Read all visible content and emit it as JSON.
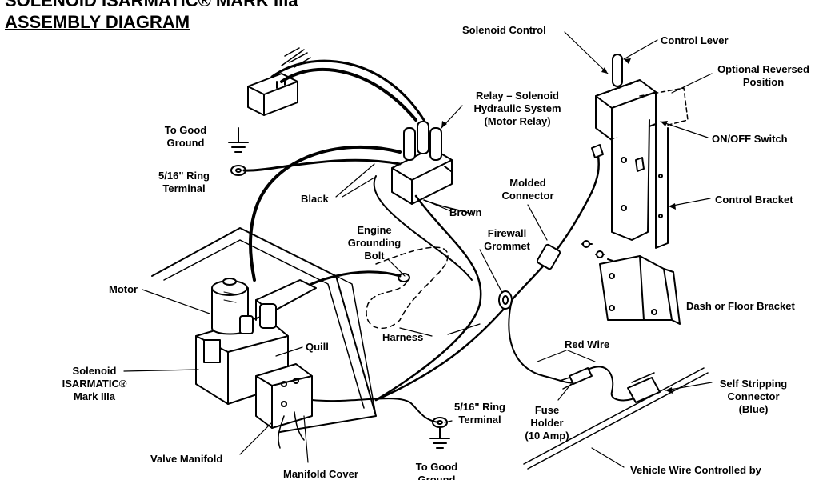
{
  "title": {
    "line1": "SOLENOID ISARMATIC® MARK IIIa",
    "line2": "ASSEMBLY DIAGRAM"
  },
  "labels": {
    "solenoid_control": "Solenoid Control",
    "control_lever": "Control Lever",
    "optional_reversed_1": "Optional Reversed",
    "optional_reversed_2": "Position",
    "relay_1": "Relay – Solenoid",
    "relay_2": "Hydraulic System",
    "relay_3": "(Motor  Relay)",
    "on_off_switch": "ON/OFF Switch",
    "to_good_ground_top_1": "To Good",
    "to_good_ground_top_2": "Ground",
    "ring_top_1": "5/16\" Ring",
    "ring_top_2": "Terminal",
    "black": "Black",
    "brown": "Brown",
    "molded_connector_1": "Molded",
    "molded_connector_2": "Connector",
    "control_bracket": "Control Bracket",
    "engine_bolt_1": "Engine",
    "engine_bolt_2": "Grounding",
    "engine_bolt_3": "Bolt",
    "firewall_1": "Firewall",
    "firewall_2": "Grommet",
    "motor": "Motor",
    "dash_bracket": "Dash or Floor Bracket",
    "harness": "Harness",
    "quill": "Quill",
    "red_wire": "Red Wire",
    "solenoid_1": "Solenoid",
    "solenoid_2": "ISARMATIC®",
    "solenoid_3": "Mark IIIa",
    "self_strip_1": "Self Stripping",
    "self_strip_2": "Connector",
    "self_strip_3": "(Blue)",
    "ring_bottom_1": "5/16\" Ring",
    "ring_bottom_2": "Terminal",
    "fuse_1": "Fuse",
    "fuse_2": "Holder",
    "fuse_3": "(10 Amp)",
    "valve_manifold": "Valve Manifold",
    "manifold_cover": "Manifold Cover",
    "to_good_ground_bottom_1": "To Good",
    "to_good_ground_bottom_2": "Ground",
    "vehicle_wire": "Vehicle Wire Controlled by"
  }
}
